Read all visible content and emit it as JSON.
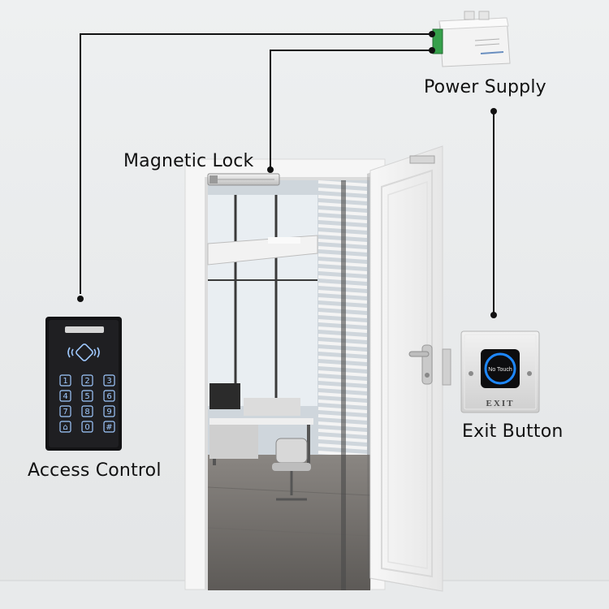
{
  "labels": {
    "power_supply": "Power Supply",
    "magnetic_lock": "Magnetic Lock",
    "access_control": "Access Control",
    "exit_button": "Exit Button"
  },
  "exit_button_device": {
    "sensor_text": "No Touch",
    "plate_text": "EXIT"
  },
  "keypad": {
    "keys": [
      "1",
      "2",
      "3",
      "4",
      "5",
      "6",
      "7",
      "8",
      "9",
      "⌂",
      "0",
      "#"
    ]
  },
  "colors": {
    "wire": "#111111",
    "wall": "#eceeef",
    "keypad_body": "#1c1c1e",
    "keypad_glow": "#9fc9ff",
    "exit_ring": "#1e88ff"
  }
}
